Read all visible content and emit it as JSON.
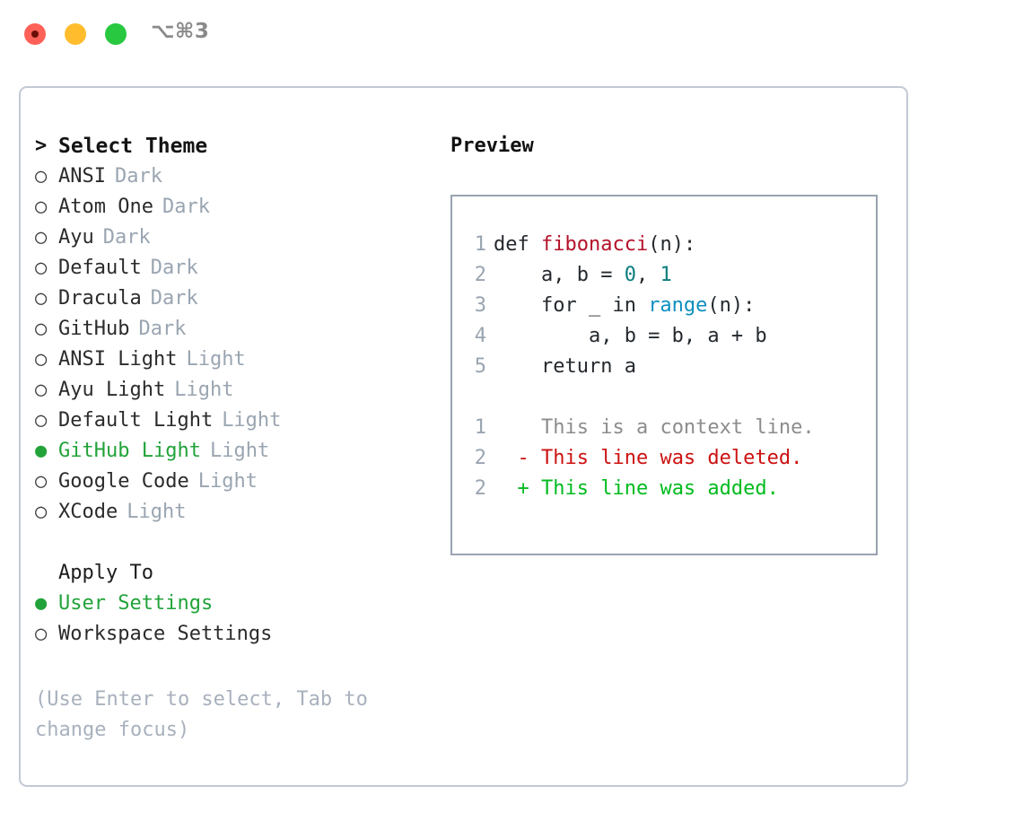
{
  "titlebar": {
    "shortcut": "⌥⌘3",
    "buttons": [
      {
        "name": "close",
        "color": "#ff6159"
      },
      {
        "name": "minimize",
        "color": "#ffbd2e"
      },
      {
        "name": "zoom",
        "color": "#28c840"
      }
    ]
  },
  "theme_picker": {
    "heading": "Select Theme",
    "prompt": ">",
    "bullet_selected": "●",
    "bullet_unselected": "○",
    "items": [
      {
        "label": "ANSI",
        "tag": "Dark",
        "selected": false
      },
      {
        "label": "Atom One",
        "tag": "Dark",
        "selected": false
      },
      {
        "label": "Ayu",
        "tag": "Dark",
        "selected": false
      },
      {
        "label": "Default",
        "tag": "Dark",
        "selected": false
      },
      {
        "label": "Dracula",
        "tag": "Dark",
        "selected": false
      },
      {
        "label": "GitHub",
        "tag": "Dark",
        "selected": false
      },
      {
        "label": "ANSI Light",
        "tag": "Light",
        "selected": false
      },
      {
        "label": "Ayu Light",
        "tag": "Light",
        "selected": false
      },
      {
        "label": "Default Light",
        "tag": "Light",
        "selected": false
      },
      {
        "label": "GitHub Light",
        "tag": "Light",
        "selected": true
      },
      {
        "label": "Google Code",
        "tag": "Light",
        "selected": false
      },
      {
        "label": "XCode",
        "tag": "Light",
        "selected": false
      }
    ]
  },
  "apply_to": {
    "heading": "Apply To",
    "options": [
      {
        "label": "User Settings",
        "selected": true
      },
      {
        "label": "Workspace Settings",
        "selected": false
      }
    ]
  },
  "hint": "(Use Enter to select, Tab to change focus)",
  "preview": {
    "title": "Preview",
    "code": [
      {
        "num": "1",
        "parts": [
          {
            "text": "def ",
            "type": "plain"
          },
          {
            "text": "fibonacci",
            "type": "fn"
          },
          {
            "text": "(n):",
            "type": "plain"
          }
        ]
      },
      {
        "num": "2",
        "parts": [
          {
            "text": "    a, b = ",
            "type": "plain"
          },
          {
            "text": "0",
            "type": "num"
          },
          {
            "text": ", ",
            "type": "plain"
          },
          {
            "text": "1",
            "type": "num"
          }
        ]
      },
      {
        "num": "3",
        "parts": [
          {
            "text": "    for _ in ",
            "type": "plain"
          },
          {
            "text": "range",
            "type": "call"
          },
          {
            "text": "(n):",
            "type": "plain"
          }
        ]
      },
      {
        "num": "4",
        "parts": [
          {
            "text": "        a, b = b, a + b",
            "type": "plain"
          }
        ]
      },
      {
        "num": "5",
        "parts": [
          {
            "text": "    return a",
            "type": "plain"
          }
        ]
      }
    ],
    "diff": [
      {
        "num": "1",
        "marker": " ",
        "text": " This is a context line.",
        "kind": "context"
      },
      {
        "num": "2",
        "marker": "-",
        "text": " This line was deleted.",
        "kind": "deleted"
      },
      {
        "num": "2",
        "marker": "+",
        "text": " This line was added.",
        "kind": "added"
      }
    ]
  },
  "colors": {
    "accent_green": "#22a33a",
    "tag_grey": "#9aa5b1",
    "border": "#c2c9d4",
    "preview_border": "#99a3b1",
    "diff_deleted": "#cc1111",
    "diff_added": "#00bb1e",
    "syntax_function": "#b3122a",
    "syntax_number": "#0a7d7d",
    "syntax_call": "#0e8fbf"
  }
}
